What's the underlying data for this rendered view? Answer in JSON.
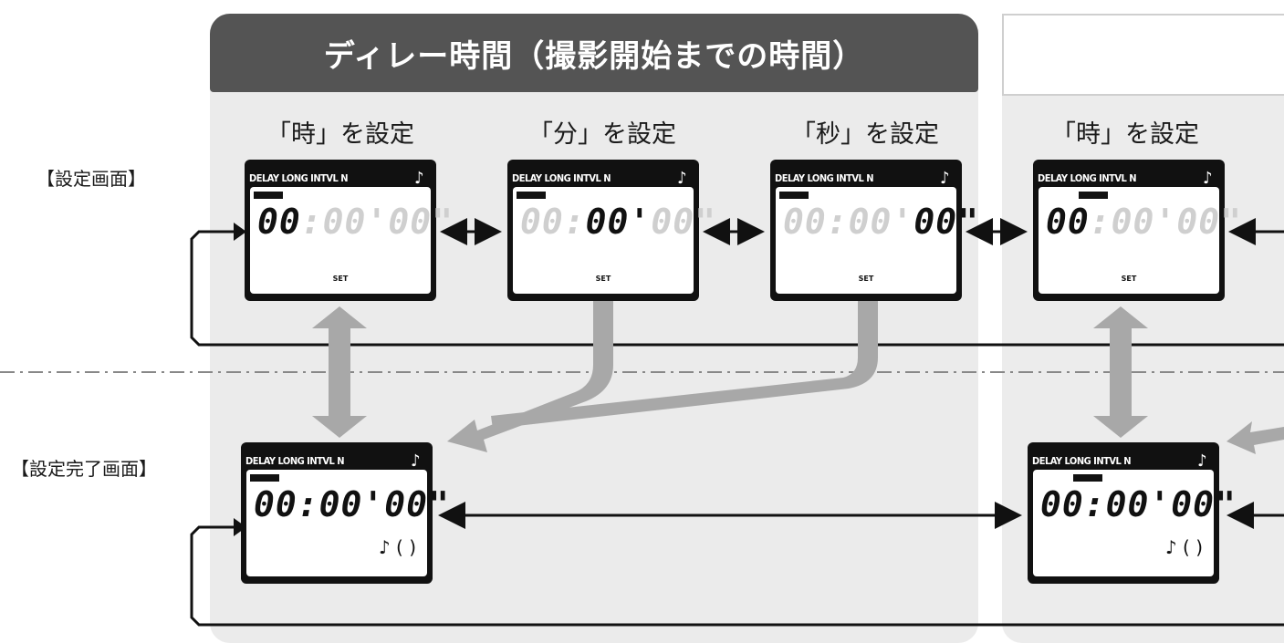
{
  "header": {
    "title": "ディレー時間（撮影開始までの時間）"
  },
  "columns": {
    "hour": "「時」を設定",
    "minute": "「分」を設定",
    "second": "「秒」を設定",
    "hour_next": "「時」を設定"
  },
  "rows": {
    "setting_screen": "【設定画面】",
    "complete_screen": "【設定完了画面】"
  },
  "lcd": {
    "mode_labels": "DELAY LONG INTVL  N",
    "note": "♪",
    "time_default": "00:00'00\"",
    "hh": "00",
    "mm": "00",
    "ss": "00",
    "sep1": ":",
    "sep2": "'",
    "sep3": "\"",
    "set_label": "SET",
    "sound_indicator": "♪ (    )"
  },
  "colors": {
    "header_bg": "#545454",
    "panel_bg": "#ebebeb",
    "lcd_body": "#111111",
    "segment_off": "#cfcfcf",
    "transition_arrow": "#a8a8a8"
  }
}
